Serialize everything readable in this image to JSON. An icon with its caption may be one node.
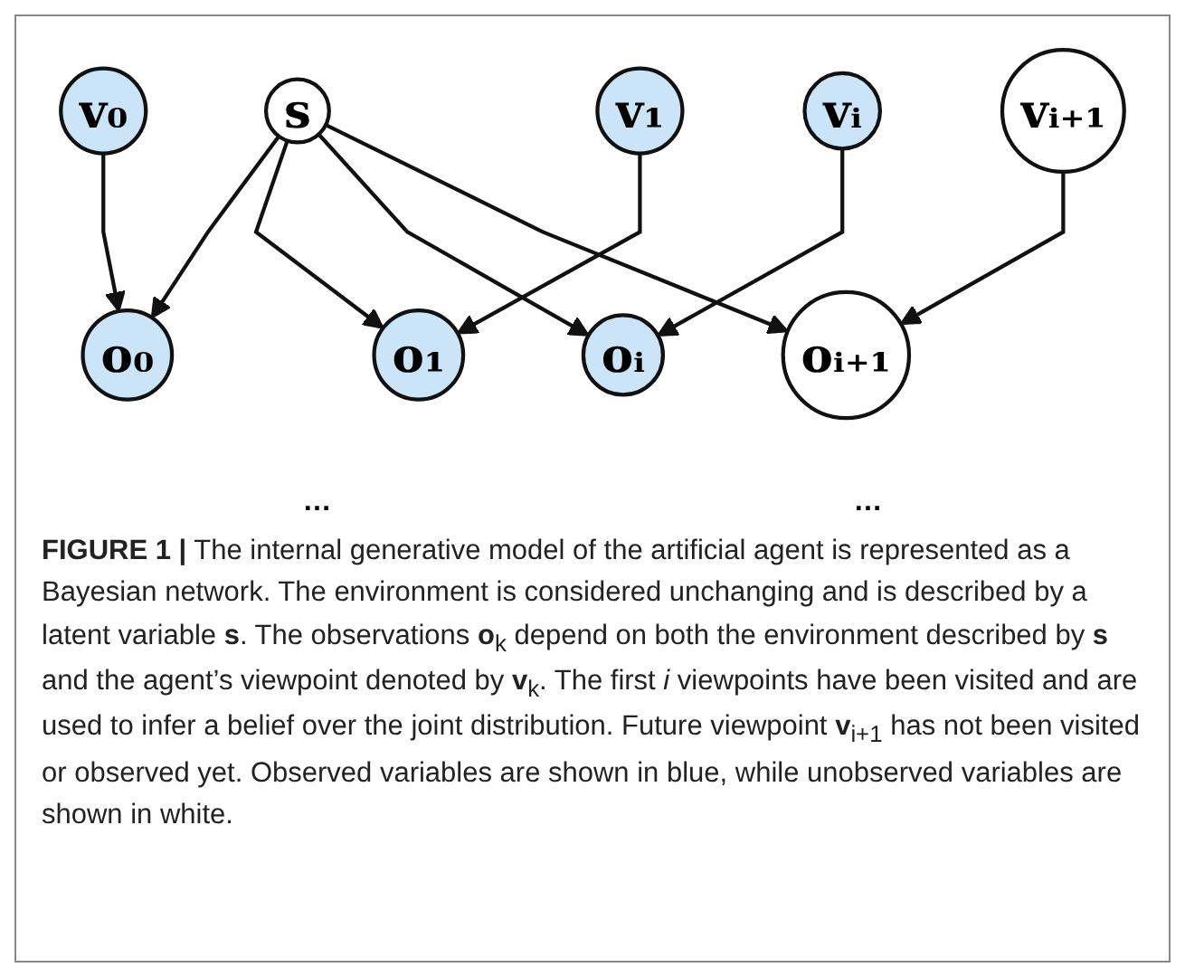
{
  "diagram": {
    "caption": "**FIGURE 1 |** The internal generative model of the artificial agent is represented as a Bayesian network. The environment is considered unchanging and is described by a latent variable **s**. The observations **o**$_{k}$ depend on both the environment described by **s** and the agent’s viewpoint denoted by **v**$_{k}$. The first *i* viewpoints have been visited and are used to infer a belief over the joint distribution. Future viewpoint **v**$_{i+1}$ has not been visited or observed yet. Observed variables are shown in blue, while unobserved variables are shown in white.",
    "nodes": [
      {
        "text": [
          "s"
        ]
      },
      {
        "text": [
          "v₀"
        ]
      },
      {
        "text": [
          "v₁"
        ]
      },
      {
        "text": [
          "vᵢ"
        ]
      },
      {
        "text": [
          "vᵢ₊₁"
        ]
      },
      {
        "text": [
          "o₀"
        ]
      },
      {
        "text": [
          "o₁"
        ]
      },
      {
        "text": [
          "oᵢ"
        ]
      },
      {
        "text": [
          "oᵢ₊₁"
        ]
      }
    ],
    "edges": [
      {
        "from": 0,
        "to": 5,
        "arrow": "to"
      },
      {
        "from": 0,
        "to": 6,
        "arrow": "to"
      },
      {
        "from": 0,
        "to": 7,
        "arrow": "to"
      },
      {
        "from": 0,
        "to": 8,
        "arrow": "to"
      },
      {
        "from": 1,
        "to": 5,
        "arrow": "to"
      },
      {
        "from": 2,
        "to": 6,
        "arrow": "to"
      },
      {
        "from": 3,
        "to": 7,
        "arrow": "to"
      },
      {
        "from": 4,
        "to": 8,
        "arrow": "to"
      }
    ],
    "labels": [
      "…",
      "…"
    ]
  }
}
